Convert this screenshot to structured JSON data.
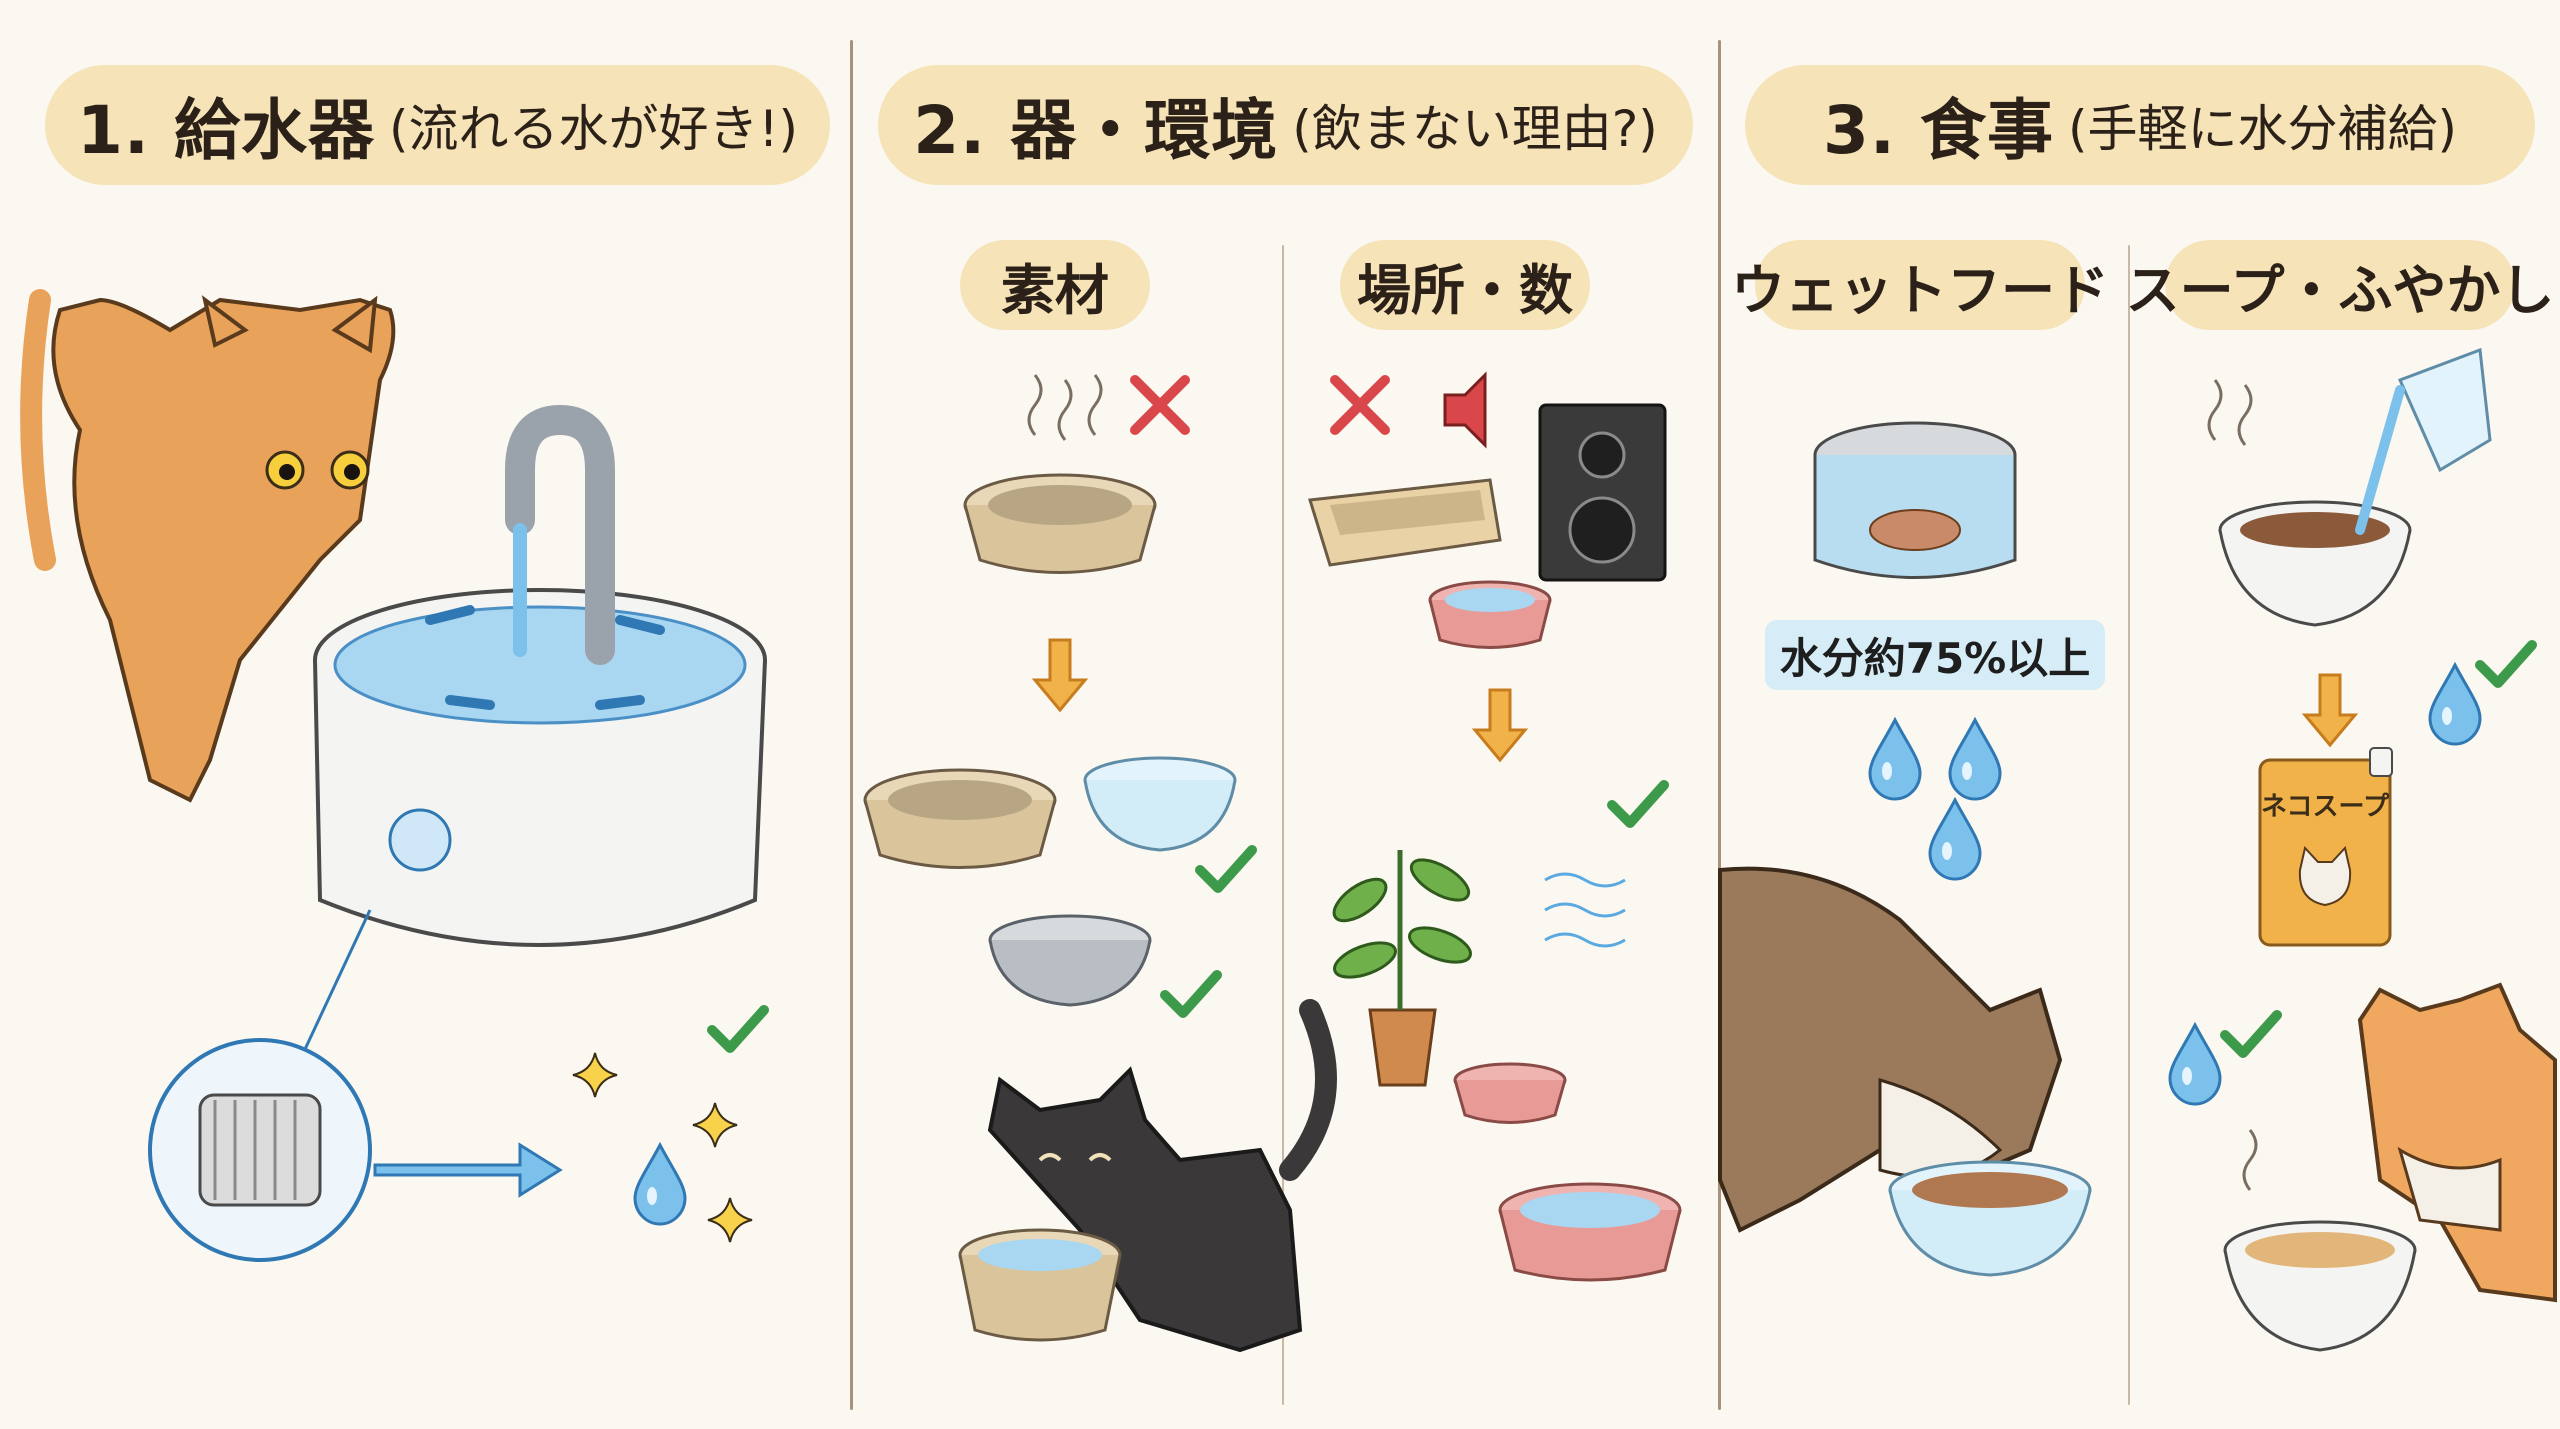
{
  "sections": [
    {
      "number_title": "1. 給水器",
      "subtitle": "(流れる水が好き!)"
    },
    {
      "number_title": "2. 器・環境",
      "subtitle": "(飲まない理由?)",
      "subsections": [
        {
          "label": "素材"
        },
        {
          "label": "場所・数"
        }
      ]
    },
    {
      "number_title": "3. 食事",
      "subtitle": "(手軽に水分補給)",
      "subsections": [
        {
          "label": "ウェットフード"
        },
        {
          "label": "スープ・ふやかし"
        }
      ]
    }
  ],
  "wet_food_note": "水分約75%以上",
  "soup_pack_label": "ネコスープ",
  "colors": {
    "background": "#fbf8f1",
    "pill": "#f6e4b8",
    "check": "#3d9a4a",
    "cross": "#d9474a",
    "arrow": "#f0a33a",
    "water": "#5aa9e0"
  },
  "icons": [
    "check-icon",
    "cross-icon",
    "down-arrow-icon",
    "water-drop-icon",
    "sparkle-icon",
    "speaker-icon",
    "steam-icon"
  ]
}
